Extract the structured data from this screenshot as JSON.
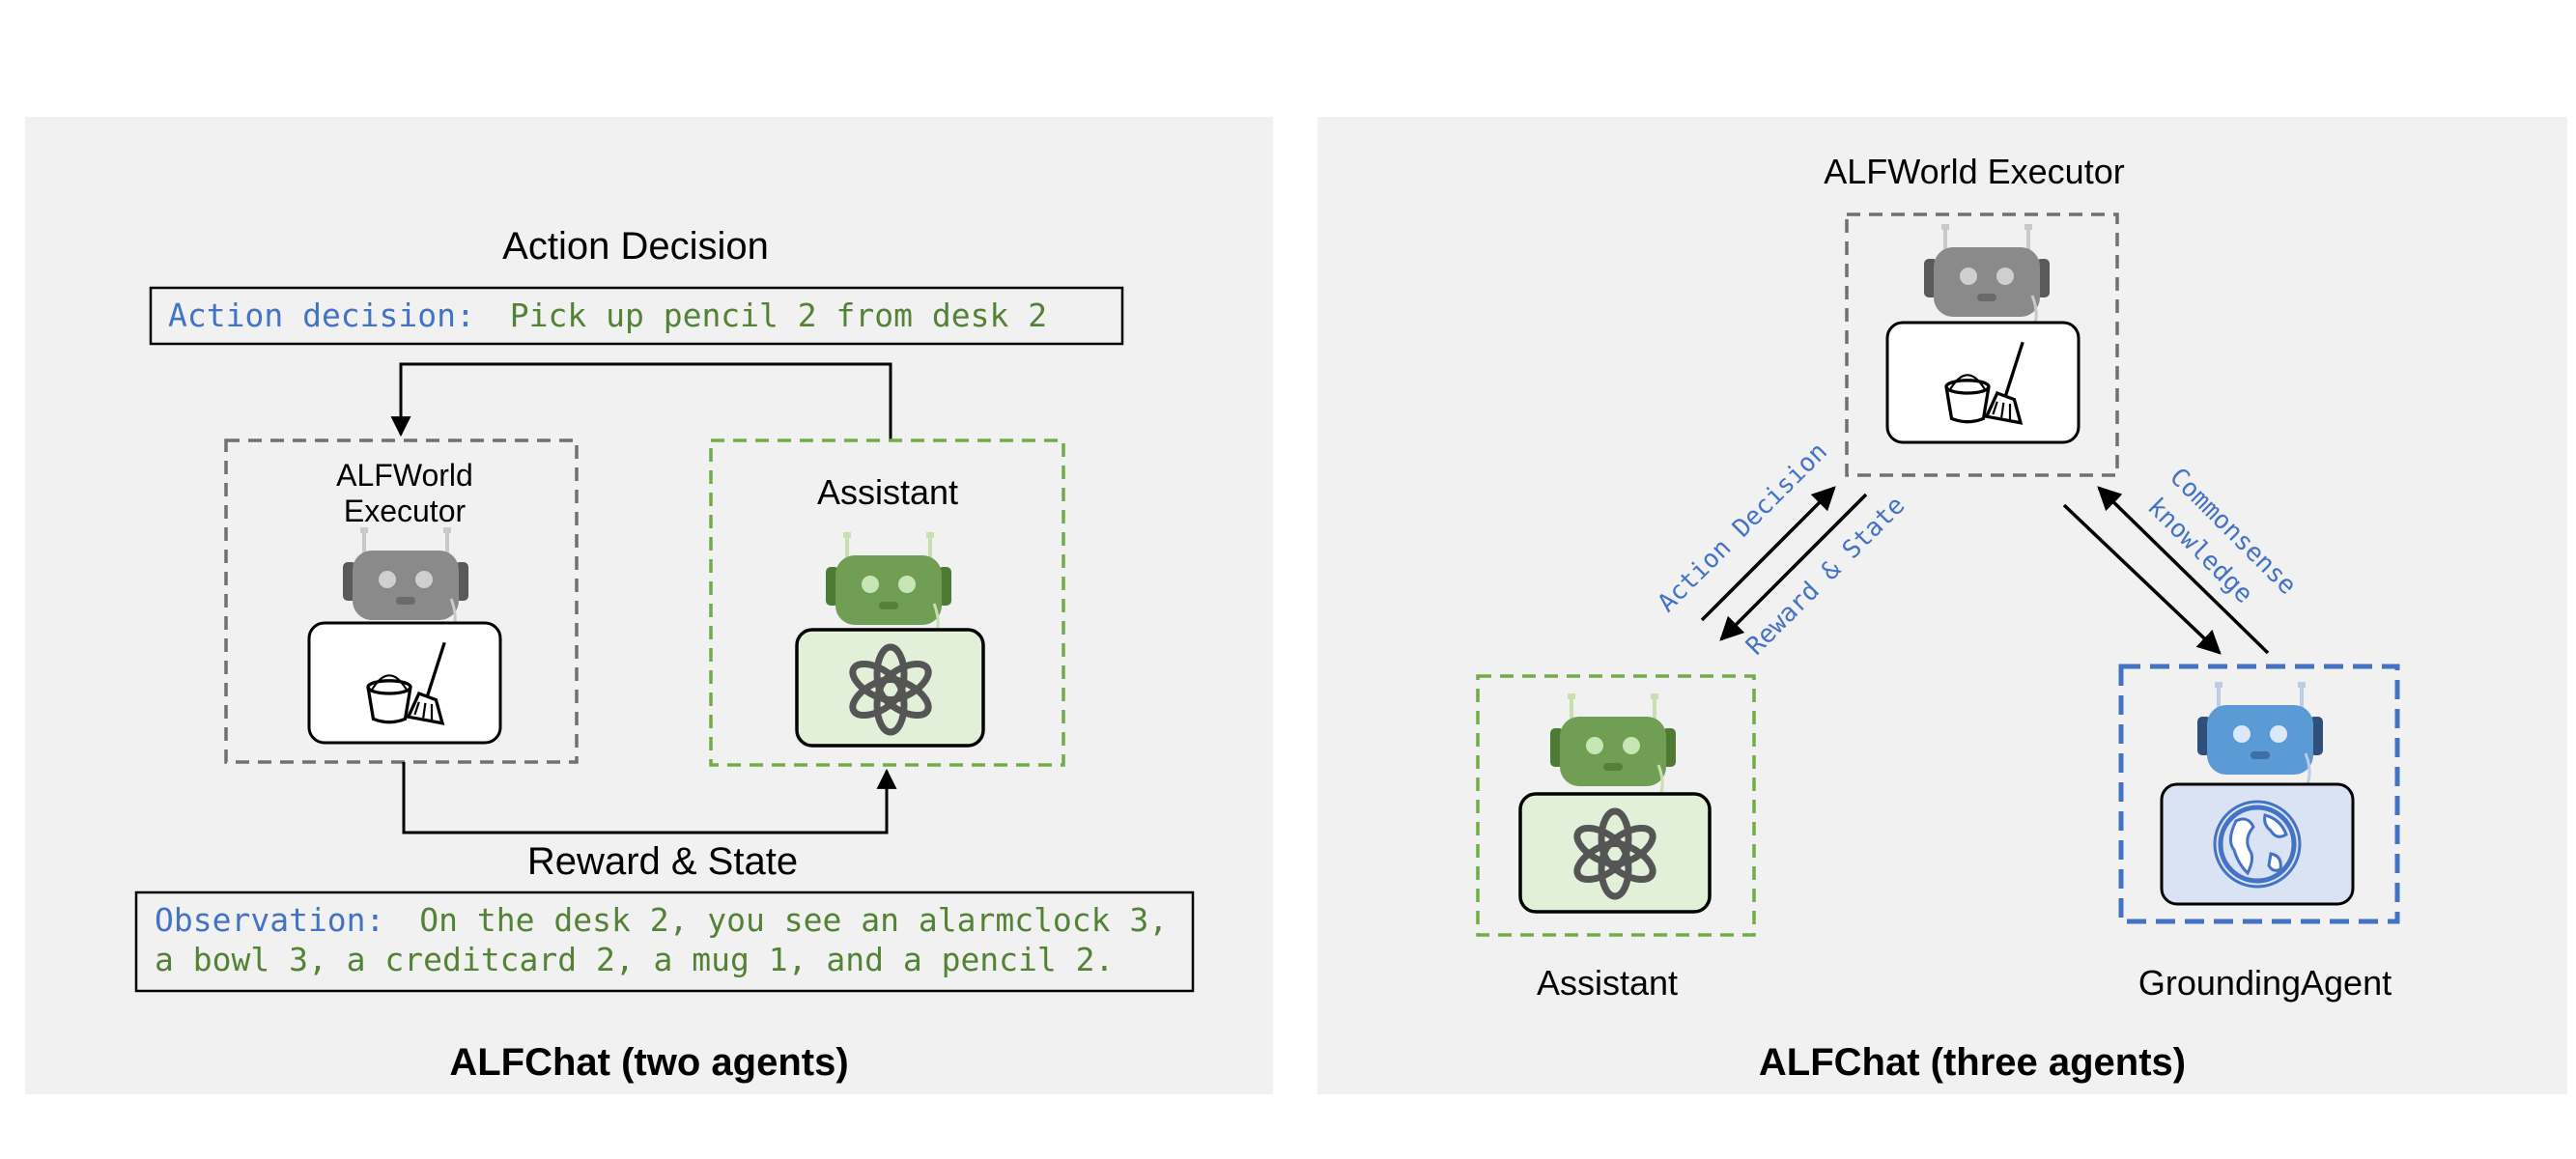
{
  "colors": {
    "panel_bg": "#f1f1f1",
    "label_blue": "#4472c4",
    "text_green": "#548235",
    "executor_gray": "#707070",
    "assistant_green": "#70ad47",
    "grounding_blue": "#4472c4",
    "assistant_fill": "#e2f0d9",
    "grounding_fill": "#dae3f3"
  },
  "left": {
    "caption": "ALFChat (two agents)",
    "action_title": "Action Decision",
    "action_box": {
      "label": "Action decision:",
      "text": "Pick up pencil 2 from desk 2"
    },
    "executor": {
      "line1": "ALFWorld",
      "line2": "Executor",
      "icon": "bucket-broom-icon"
    },
    "assistant": {
      "label": "Assistant",
      "icon": "openai-logo-icon"
    },
    "reward_title": "Reward & State",
    "observation": {
      "label": "Observation:",
      "line1": "On the desk 2, you see an alarmclock 3,",
      "line2": "a bowl 3, a creditcard 2, a mug 1, and a pencil 2."
    }
  },
  "right": {
    "caption": "ALFChat (three agents)",
    "executor_label": "ALFWorld Executor",
    "assistant_label": "Assistant",
    "grounding_label": "GroundingAgent",
    "edge_action": "Action Decision",
    "edge_reward": "Reward & State",
    "edge_common_1": "Commonsense",
    "edge_common_2": "knowledge",
    "grounding_icon": "globe-icon"
  }
}
